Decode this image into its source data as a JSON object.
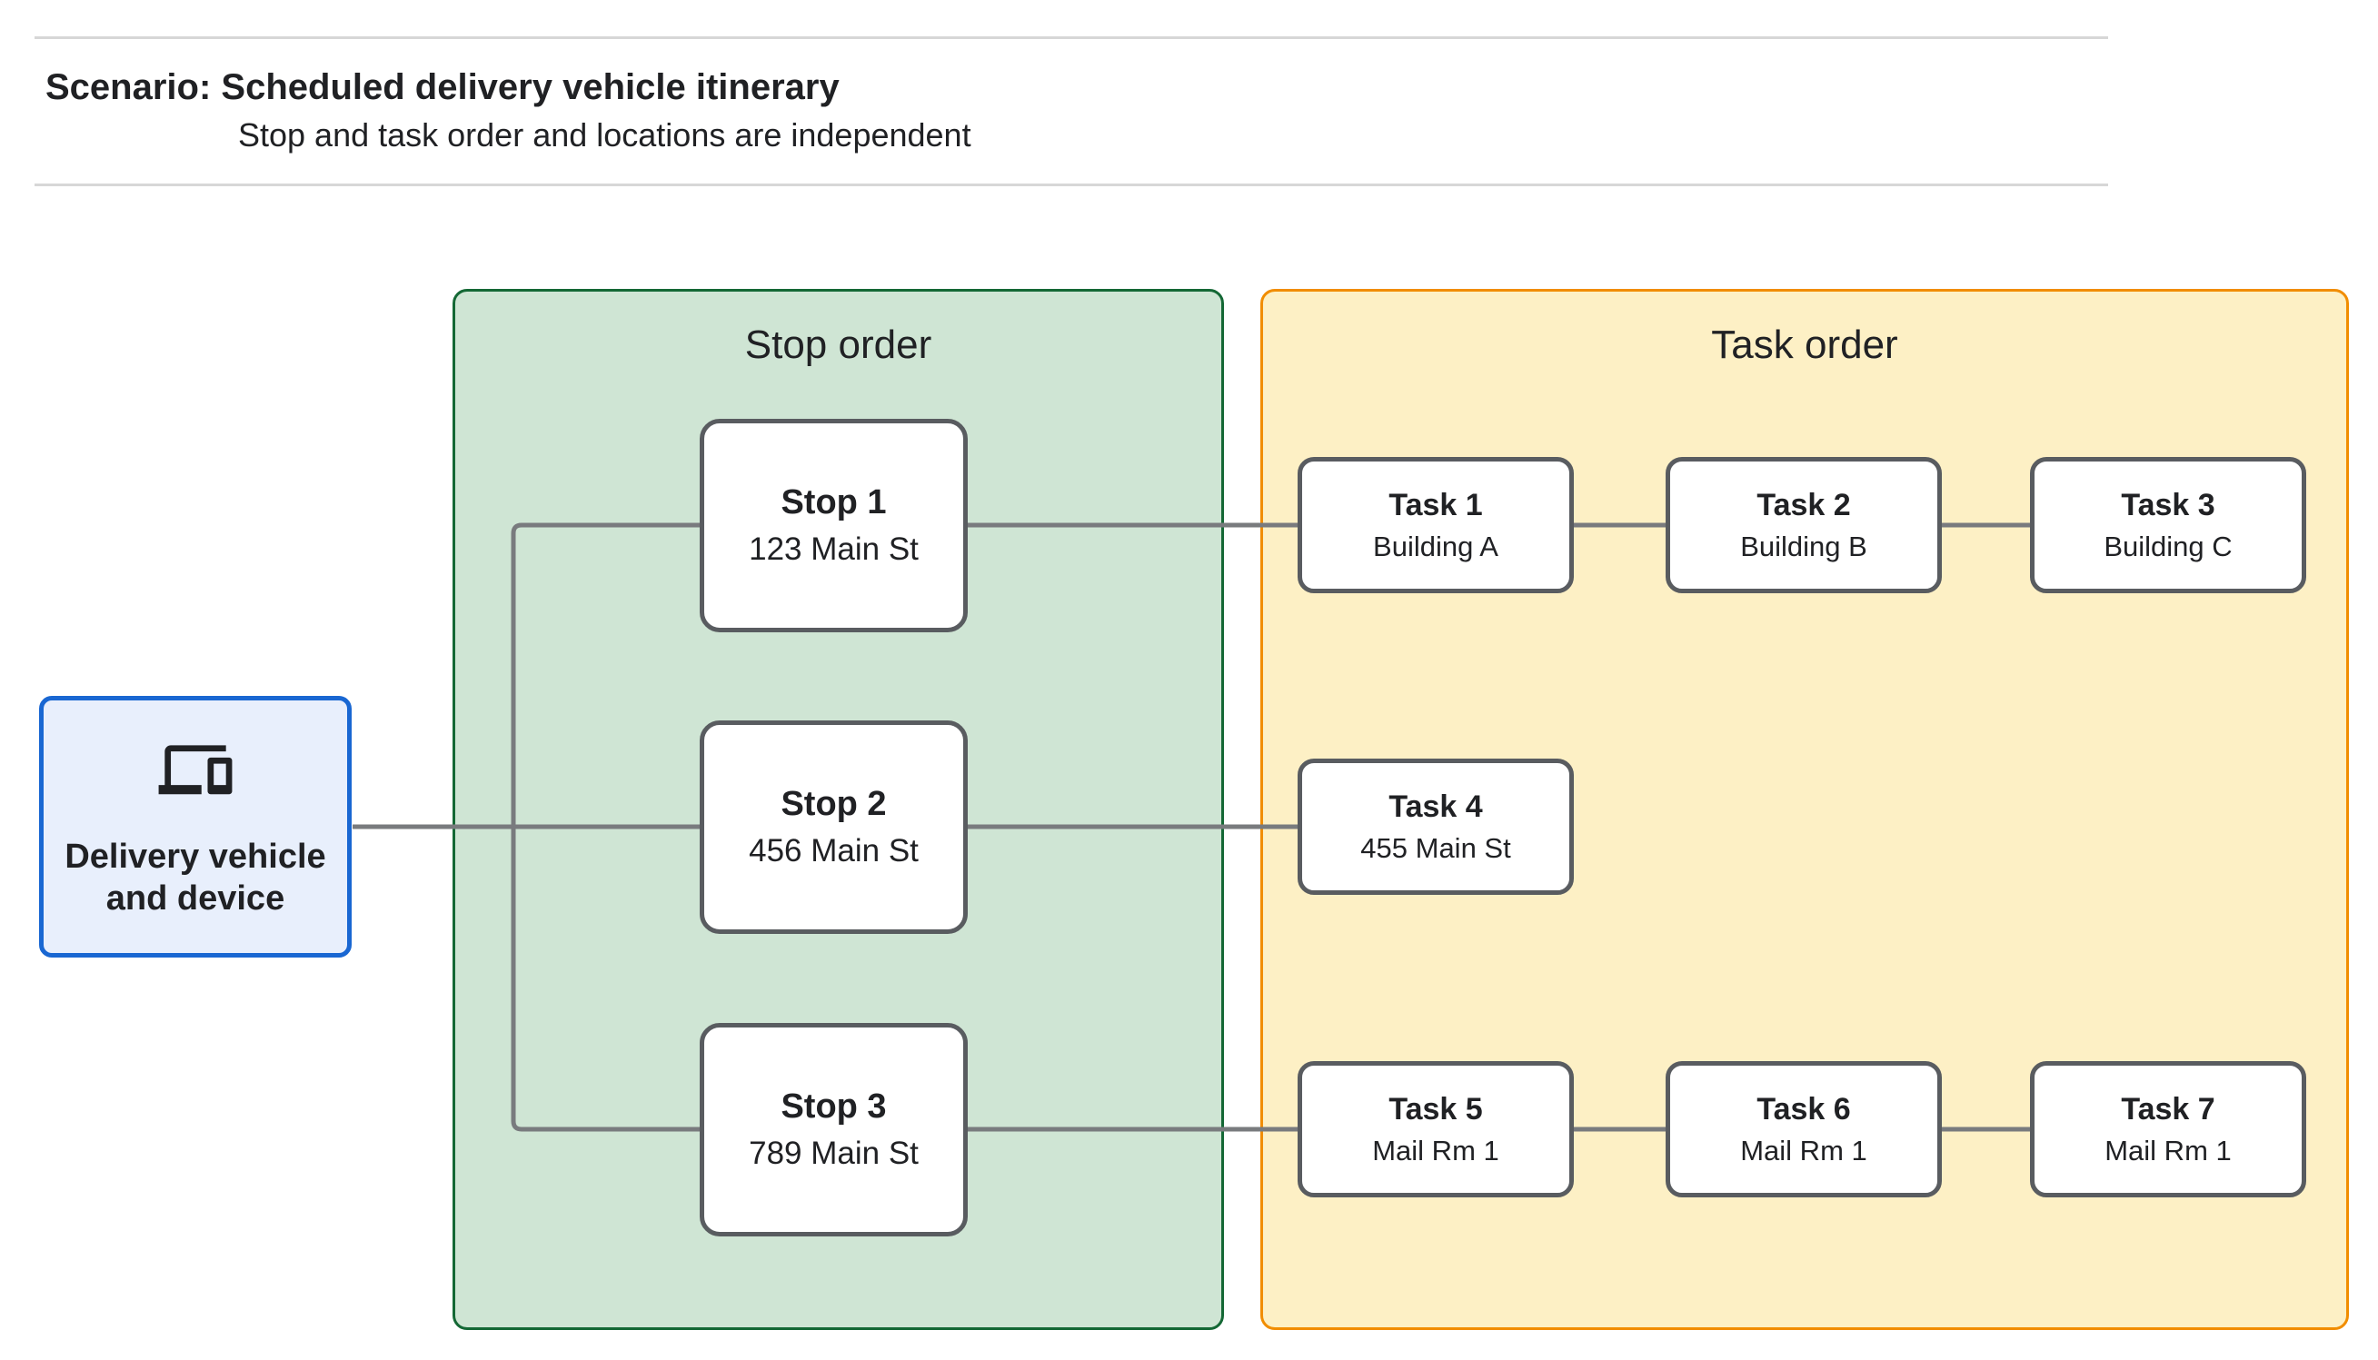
{
  "page": {
    "title": "Scenario: Scheduled delivery vehicle itinerary",
    "subtitle": "Stop and task order and locations are independent"
  },
  "source_node": {
    "label": "Delivery vehicle and device",
    "icon": "devices-icon"
  },
  "groups": {
    "stop_order": {
      "title": "Stop order"
    },
    "task_order": {
      "title": "Task order"
    }
  },
  "stops": [
    {
      "title": "Stop 1",
      "subtitle": "123 Main St"
    },
    {
      "title": "Stop 2",
      "subtitle": "456 Main St"
    },
    {
      "title": "Stop 3",
      "subtitle": "789 Main St"
    }
  ],
  "tasks": [
    {
      "title": "Task 1",
      "subtitle": "Building A"
    },
    {
      "title": "Task 2",
      "subtitle": "Building B"
    },
    {
      "title": "Task 3",
      "subtitle": "Building C"
    },
    {
      "title": "Task 4",
      "subtitle": "455 Main St"
    },
    {
      "title": "Task 5",
      "subtitle": "Mail Rm 1"
    },
    {
      "title": "Task 6",
      "subtitle": "Mail Rm 1"
    },
    {
      "title": "Task 7",
      "subtitle": "Mail Rm 1"
    }
  ],
  "colors": {
    "green-fill": "#cfe5d4",
    "green-border": "#146835",
    "yellow-fill": "#fdf0c5",
    "orange-border": "#f18d00",
    "blue-fill": "#e8effc",
    "blue-border": "#1967d2",
    "node-border": "#595c60",
    "connector": "#797b7e",
    "text": "#202124",
    "rule": "#d7d7d7"
  }
}
